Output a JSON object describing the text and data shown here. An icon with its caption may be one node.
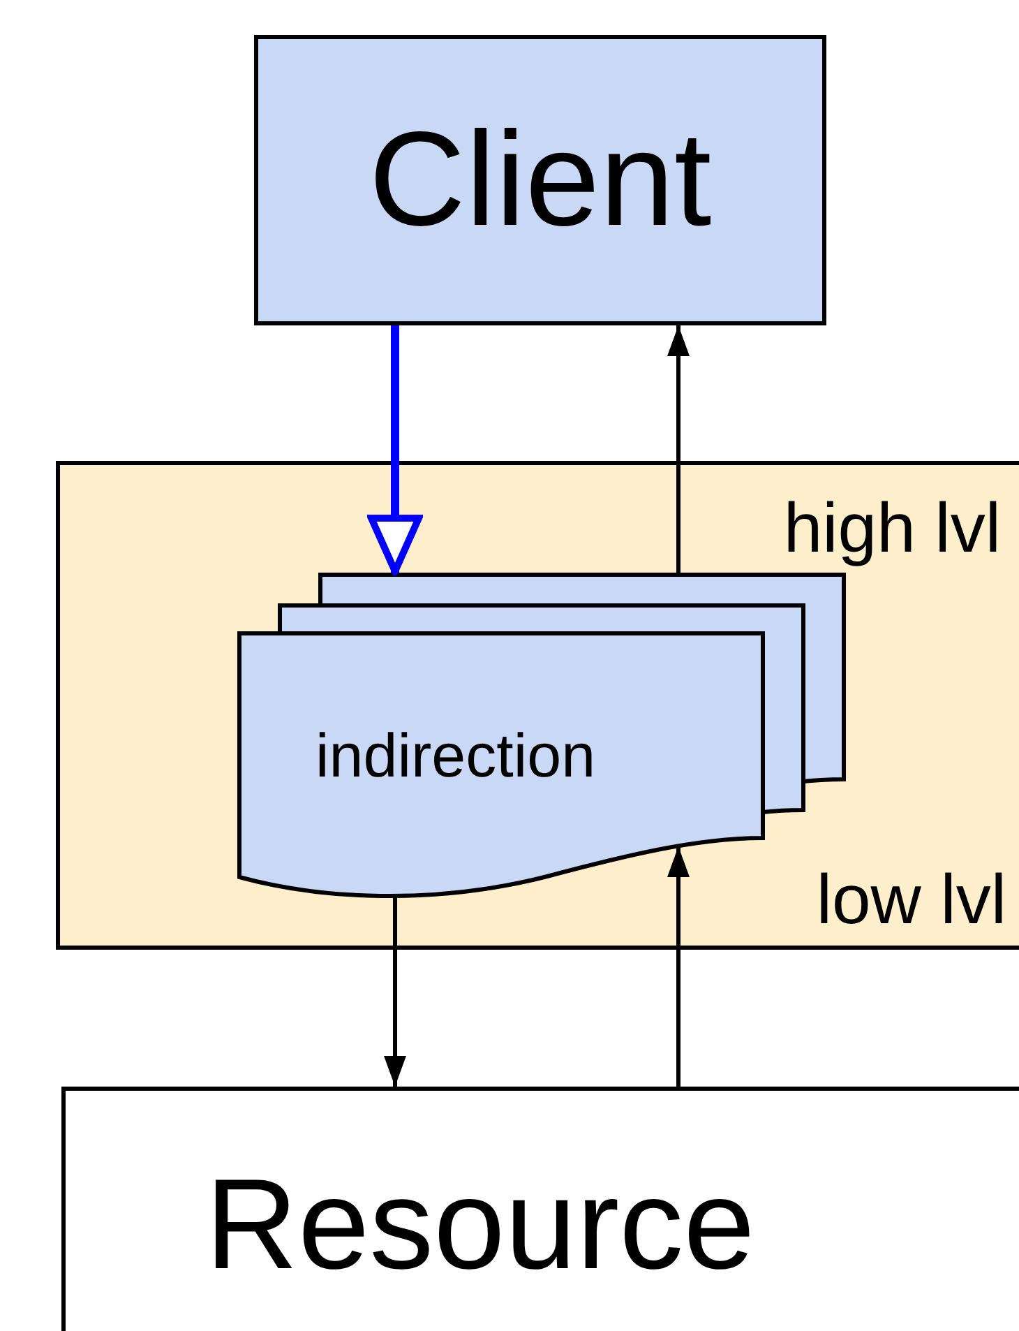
{
  "diagram": {
    "nodes": [
      {
        "text": [
          "Client"
        ]
      },
      {
        "text": [
          "high lvl",
          "low lvl"
        ]
      },
      {
        "text": [
          "indirection"
        ],
        "in": 1
      },
      {
        "text": [
          "Resource"
        ]
      }
    ],
    "edges": [
      {
        "from": 0,
        "to": 2,
        "arrow": "to",
        "style": "thick",
        "color": "#0000ff"
      },
      {
        "from": 2,
        "to": 0,
        "arrow": "to"
      },
      {
        "from": 2,
        "to": 3,
        "arrow": "to"
      },
      {
        "from": 3,
        "to": 2,
        "arrow": "to"
      }
    ]
  }
}
